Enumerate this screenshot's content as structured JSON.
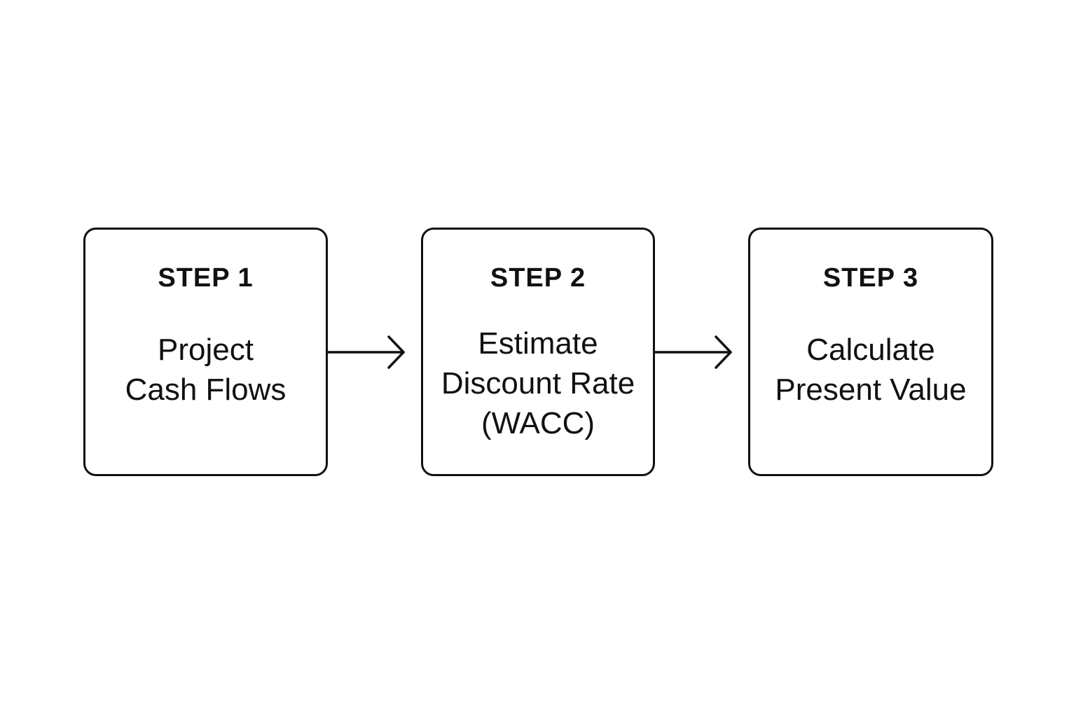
{
  "steps": [
    {
      "label": "STEP 1",
      "title_lines": [
        "Project",
        "Cash Flows"
      ]
    },
    {
      "label": "STEP 2",
      "title_lines": [
        "Estimate",
        "Discount Rate",
        "(WACC)"
      ]
    },
    {
      "label": "STEP 3",
      "title_lines": [
        "Calculate",
        "Present Value"
      ]
    }
  ],
  "colors": {
    "stroke": "#111111",
    "background": "#ffffff"
  }
}
